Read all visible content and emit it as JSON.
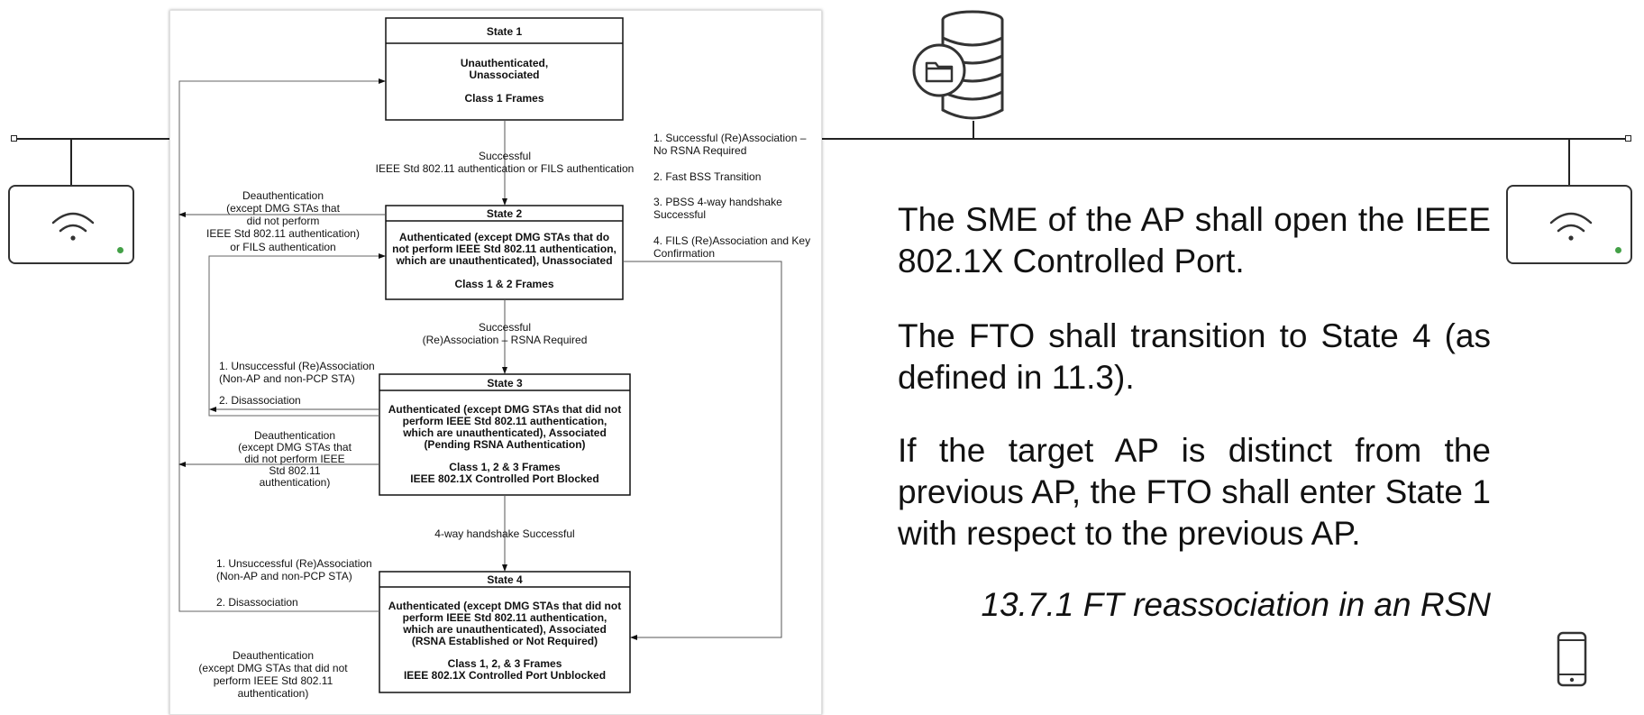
{
  "diagram": {
    "states": [
      {
        "title": "State 1",
        "lines": [
          "Unauthenticated,",
          "Unassociated",
          "",
          "Class 1 Frames"
        ]
      },
      {
        "title": "State 2",
        "lines": [
          "Authenticated (except DMG STAs that do",
          "not perform IEEE Std 802.11 authentication,",
          "which are unauthenticated), Unassociated",
          "",
          "Class 1 & 2 Frames"
        ]
      },
      {
        "title": "State 3",
        "lines": [
          "Authenticated (except DMG STAs that did not",
          "perform IEEE Std 802.11 authentication,",
          "which are unauthenticated), Associated",
          "(Pending RSNA Authentication)",
          "",
          "Class 1, 2 & 3 Frames",
          "IEEE 802.1X Controlled Port Blocked"
        ]
      },
      {
        "title": "State 4",
        "lines": [
          "Authenticated (except DMG STAs that did not",
          "perform IEEE Std 802.11 authentication,",
          "which are unauthenticated), Associated",
          "(RSNA Established or Not Required)",
          "",
          "Class 1, 2, & 3 Frames",
          "IEEE 802.1X Controlled Port Unblocked"
        ]
      }
    ],
    "labels": {
      "s1_to_s2": [
        "Successful",
        "IEEE Std 802.11 authentication or FILS authentication"
      ],
      "s2_to_s3": [
        "Successful",
        "(Re)Association – RSNA Required"
      ],
      "s3_to_s4": [
        "4-way handshake Successful"
      ],
      "s2_to_s4": [
        "1. Successful (Re)Association –",
        "No RSNA Required",
        "",
        "2. Fast BSS Transition",
        "",
        "3. PBSS 4-way handshake",
        "Successful",
        "",
        "4. FILS (Re)Association and Key",
        "Confirmation"
      ],
      "s2_deauth": [
        "Deauthentication",
        "(except DMG STAs that",
        "did not perform",
        "IEEE Std 802.11 authentication)",
        "or FILS authentication"
      ],
      "s3_unsuccessful": [
        "1. Unsuccessful (Re)Association",
        "(Non-AP and non-PCP STA)"
      ],
      "s3_disassoc": "2. Disassociation",
      "s3_deauth": [
        "Deauthentication",
        "(except DMG STAs that",
        "did not perform IEEE",
        "Std 802.11",
        "authentication)"
      ],
      "s4_unsuccessful": [
        "1. Unsuccessful (Re)Association",
        "(Non-AP and non-PCP STA)"
      ],
      "s4_disassoc": "2. Disassociation",
      "s4_deauth": [
        "Deauthentication",
        "(except DMG STAs that did not",
        "perform IEEE Std 802.11",
        "authentication)"
      ]
    }
  },
  "paragraphs": [
    "The SME of the AP shall open the IEEE 802.1X Controlled Port.",
    "The FTO shall transition to State 4 (as defined in 11.3).",
    "If the target AP is distinct from the previous AP, the FTO shall enter State 1 with respect to the previous AP."
  ],
  "caption": "13.7.1 FT reassociation in an RSN",
  "icons": {
    "left_router": "wifi-router-icon",
    "right_router": "wifi-router-icon",
    "server": "database-folder-icon",
    "phone": "smartphone-icon",
    "status_color": "#43a047"
  }
}
